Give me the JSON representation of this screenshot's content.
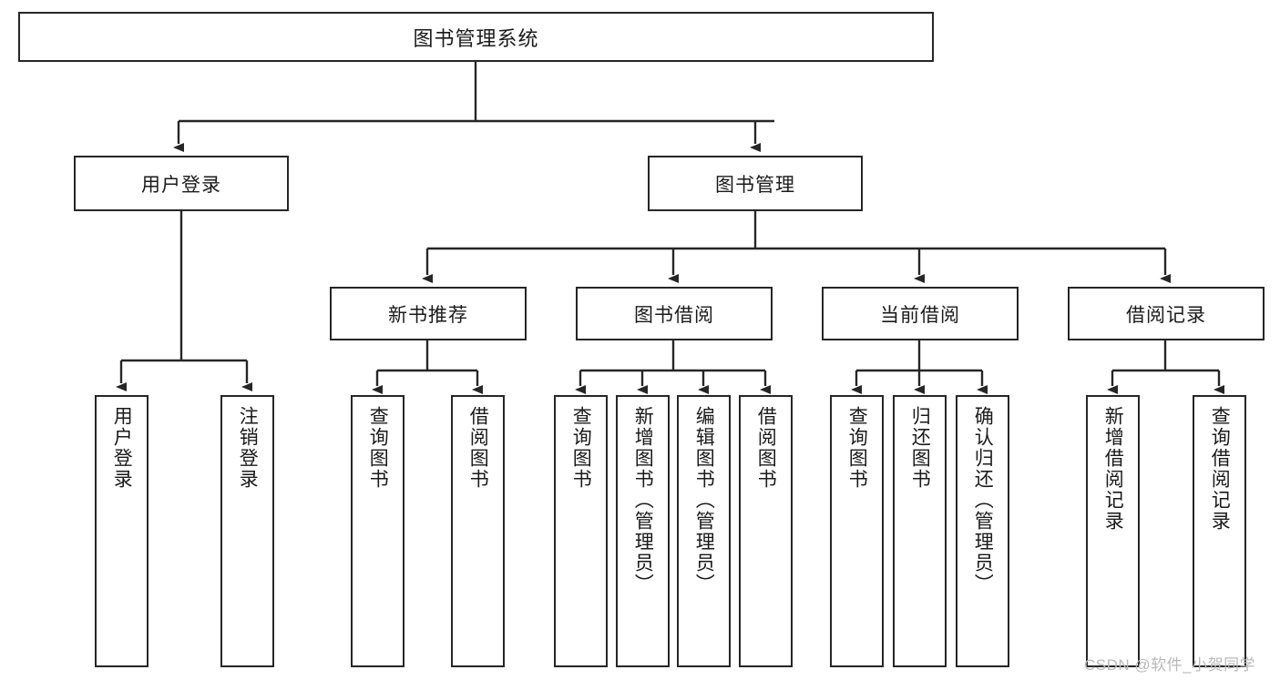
{
  "diagram": {
    "title": "图书管理系统",
    "type": "hierarchy-tree",
    "root": {
      "label": "图书管理系统"
    },
    "level1": [
      {
        "id": "user-login",
        "label": "用户登录"
      },
      {
        "id": "book-manage",
        "label": "图书管理"
      }
    ],
    "level2": [
      {
        "id": "new-book-recommend",
        "label": "新书推荐",
        "parent": "book-manage"
      },
      {
        "id": "book-borrow",
        "label": "图书借阅",
        "parent": "book-manage"
      },
      {
        "id": "current-borrow",
        "label": "当前借阅",
        "parent": "book-manage"
      },
      {
        "id": "borrow-record",
        "label": "借阅记录",
        "parent": "book-manage"
      }
    ],
    "leaves": [
      {
        "id": "leaf-user-login",
        "label": "用户登录",
        "parent": "user-login"
      },
      {
        "id": "leaf-logout",
        "label": "注销登录",
        "parent": "user-login"
      },
      {
        "id": "leaf-query-book-1",
        "label": "查询图书",
        "parent": "new-book-recommend"
      },
      {
        "id": "leaf-borrow-book-1",
        "label": "借阅图书",
        "parent": "new-book-recommend"
      },
      {
        "id": "leaf-query-book-2",
        "label": "查询图书",
        "parent": "book-borrow"
      },
      {
        "id": "leaf-add-book",
        "label": "新增图书（管理员）",
        "parent": "book-borrow"
      },
      {
        "id": "leaf-edit-book",
        "label": "编辑图书（管理员）",
        "parent": "book-borrow"
      },
      {
        "id": "leaf-borrow-book-2",
        "label": "借阅图书",
        "parent": "book-borrow"
      },
      {
        "id": "leaf-query-book-3",
        "label": "查询图书",
        "parent": "current-borrow"
      },
      {
        "id": "leaf-return-book",
        "label": "归还图书",
        "parent": "current-borrow"
      },
      {
        "id": "leaf-confirm-return",
        "label": "确认归还（管理员）",
        "parent": "current-borrow"
      },
      {
        "id": "leaf-add-record",
        "label": "新增借阅记录",
        "parent": "borrow-record"
      },
      {
        "id": "leaf-query-record",
        "label": "查询借阅记录",
        "parent": "borrow-record"
      }
    ]
  },
  "watermark": {
    "text": "CSDN @软件_小贺同学"
  },
  "colors": {
    "stroke": "#262626",
    "background": "#ffffff",
    "text": "#1a1a1a",
    "watermark": "#b9b9b9"
  }
}
